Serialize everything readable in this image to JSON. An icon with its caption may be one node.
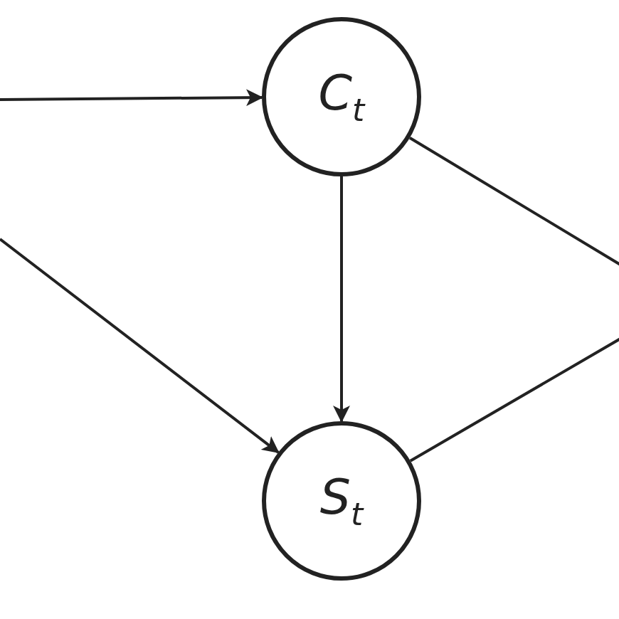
{
  "diagram": {
    "nodes": [
      {
        "text": [
          "C$_{t}$"
        ]
      },
      {
        "text": [
          "S$_{t}$"
        ]
      }
    ],
    "edges": [
      {
        "from": null,
        "to": 0,
        "arrow": "to"
      },
      {
        "from": null,
        "to": 1,
        "arrow": "to"
      },
      {
        "from": 0,
        "to": 1,
        "arrow": "to"
      },
      {
        "from": 0,
        "to": null,
        "arrow": "none"
      },
      {
        "from": 1,
        "to": null,
        "arrow": "none"
      }
    ]
  }
}
